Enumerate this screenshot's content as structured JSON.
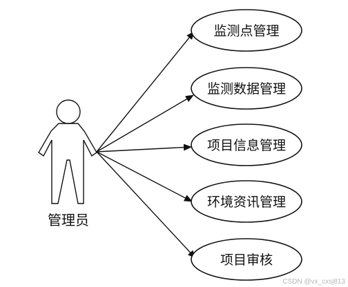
{
  "actor": {
    "label": "管理员"
  },
  "use_cases": [
    {
      "label": "监测点管理"
    },
    {
      "label": "监测数据管理"
    },
    {
      "label": "项目信息管理"
    },
    {
      "label": "环境资讯管理"
    },
    {
      "label": "项目审核"
    }
  ],
  "watermark": "CSDN @vx_cxsj813"
}
